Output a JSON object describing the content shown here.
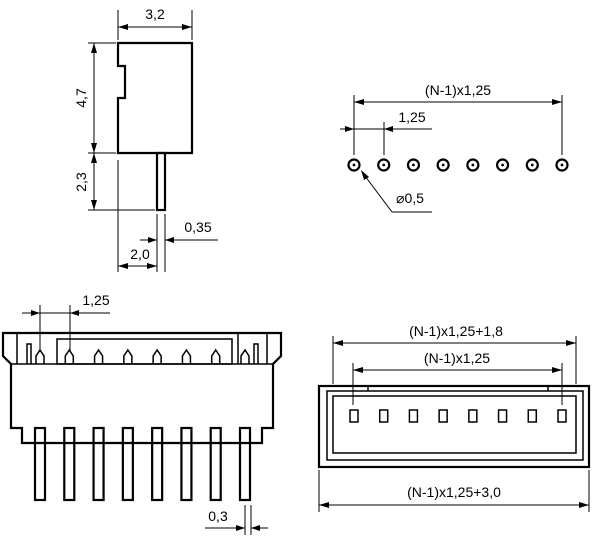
{
  "side_view": {
    "width_label": "3,2",
    "body_height_label": "4,7",
    "pin_length_label": "2,3",
    "pin_offset_label": "2,0",
    "pin_thickness_label": "0,35"
  },
  "footprint": {
    "total_pitch_label": "(N-1)x1,25",
    "pitch_label": "1,25",
    "hole_label": "⌀0,5",
    "hole_count": 8
  },
  "front_view": {
    "pitch_label": "1,25",
    "pin_width_label": "0,3",
    "pin_count": 8
  },
  "top_view": {
    "outer_label": "(N-1)x1,25+1,8",
    "inner_label": "(N-1)x1,25",
    "overall_label": "(N-1)x1,25+3,0",
    "slot_count": 8
  }
}
